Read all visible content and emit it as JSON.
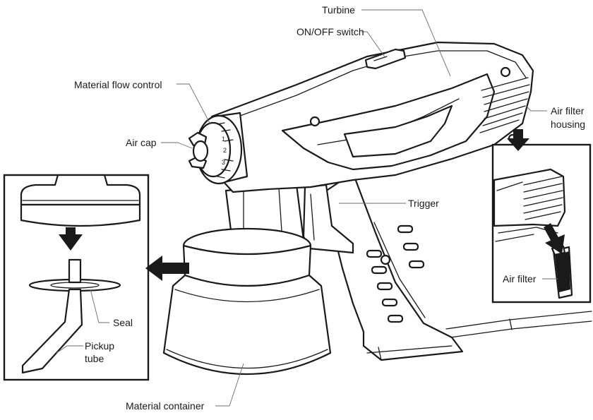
{
  "labels": {
    "turbine": "Turbine",
    "on_off_switch": "ON/OFF switch",
    "material_flow_control": "Material flow control",
    "air_cap": "Air cap",
    "air_filter_housing_line1": "Air filter",
    "air_filter_housing_line2": "housing",
    "trigger": "Trigger",
    "air_filter": "Air filter",
    "seal": "Seal",
    "pickup_tube_line1": "Pickup",
    "pickup_tube_line2": "tube",
    "material_container": "Material container"
  },
  "flow_control_numbers": [
    "1",
    "2",
    "3"
  ],
  "colors": {
    "line": "#1a1a1a",
    "leader": "#6b6b6b",
    "background": "#ffffff"
  }
}
